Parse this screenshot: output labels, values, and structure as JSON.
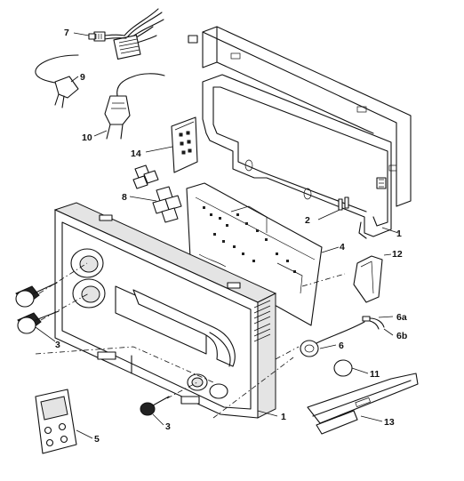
{
  "diagram": {
    "callouts": [
      {
        "id": "c7",
        "label": "7"
      },
      {
        "id": "c9",
        "label": "9"
      },
      {
        "id": "c10",
        "label": "10"
      },
      {
        "id": "c14",
        "label": "14"
      },
      {
        "id": "c8",
        "label": "8"
      },
      {
        "id": "c2",
        "label": "2"
      },
      {
        "id": "c1a",
        "label": "1"
      },
      {
        "id": "c4",
        "label": "4"
      },
      {
        "id": "c12",
        "label": "12"
      },
      {
        "id": "c6a",
        "label": "6a"
      },
      {
        "id": "c6b",
        "label": "6b"
      },
      {
        "id": "c6",
        "label": "6"
      },
      {
        "id": "c11",
        "label": "11"
      },
      {
        "id": "c3a",
        "label": "3"
      },
      {
        "id": "c3b",
        "label": "3"
      },
      {
        "id": "c5",
        "label": "5"
      },
      {
        "id": "c1b",
        "label": "1"
      },
      {
        "id": "c13",
        "label": "13"
      }
    ]
  }
}
